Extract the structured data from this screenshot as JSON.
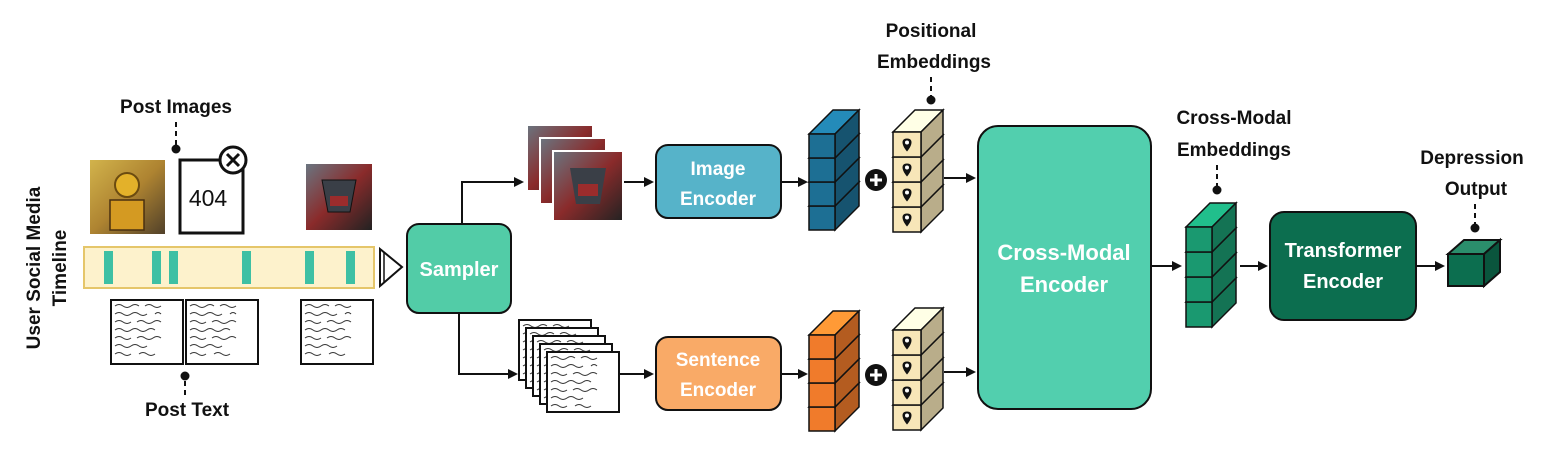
{
  "labels": {
    "timeline_line1": "User Social Media",
    "timeline_line2": "Timeline",
    "post_images": "Post Images",
    "post_text": "Post Text",
    "positional_line1": "Positional",
    "positional_line2": "Embeddings",
    "crossmodal_emb_line1": "Cross-Modal",
    "crossmodal_emb_line2": "Embeddings",
    "depression_line1": "Depression",
    "depression_line2": "Output",
    "missing_image": "404"
  },
  "blocks": {
    "sampler": "Sampler",
    "image_encoder_line1": "Image",
    "image_encoder_line2": "Encoder",
    "sentence_encoder_line1": "Sentence",
    "sentence_encoder_line2": "Encoder",
    "cross_modal_encoder_line1": "Cross-Modal",
    "cross_modal_encoder_line2": "Encoder",
    "transformer_encoder_line1": "Transformer",
    "transformer_encoder_line2": "Encoder"
  },
  "colors": {
    "sampler": "#52cca7",
    "image_encoder": "#56b3c9",
    "sentence_encoder": "#f9aa67",
    "cross_modal_encoder": "#52cfae",
    "transformer_encoder": "#0c6e4f",
    "image_embed_cube": "#1d6f94",
    "sentence_embed_cube": "#f07b2b",
    "positional_cube": "#f7e6b8",
    "cross_embed_cube": "#1a9970",
    "output_cube": "#0c6e4f",
    "timeline_bar": "#fdf2cc",
    "timeline_marker": "#3ec0a4"
  }
}
